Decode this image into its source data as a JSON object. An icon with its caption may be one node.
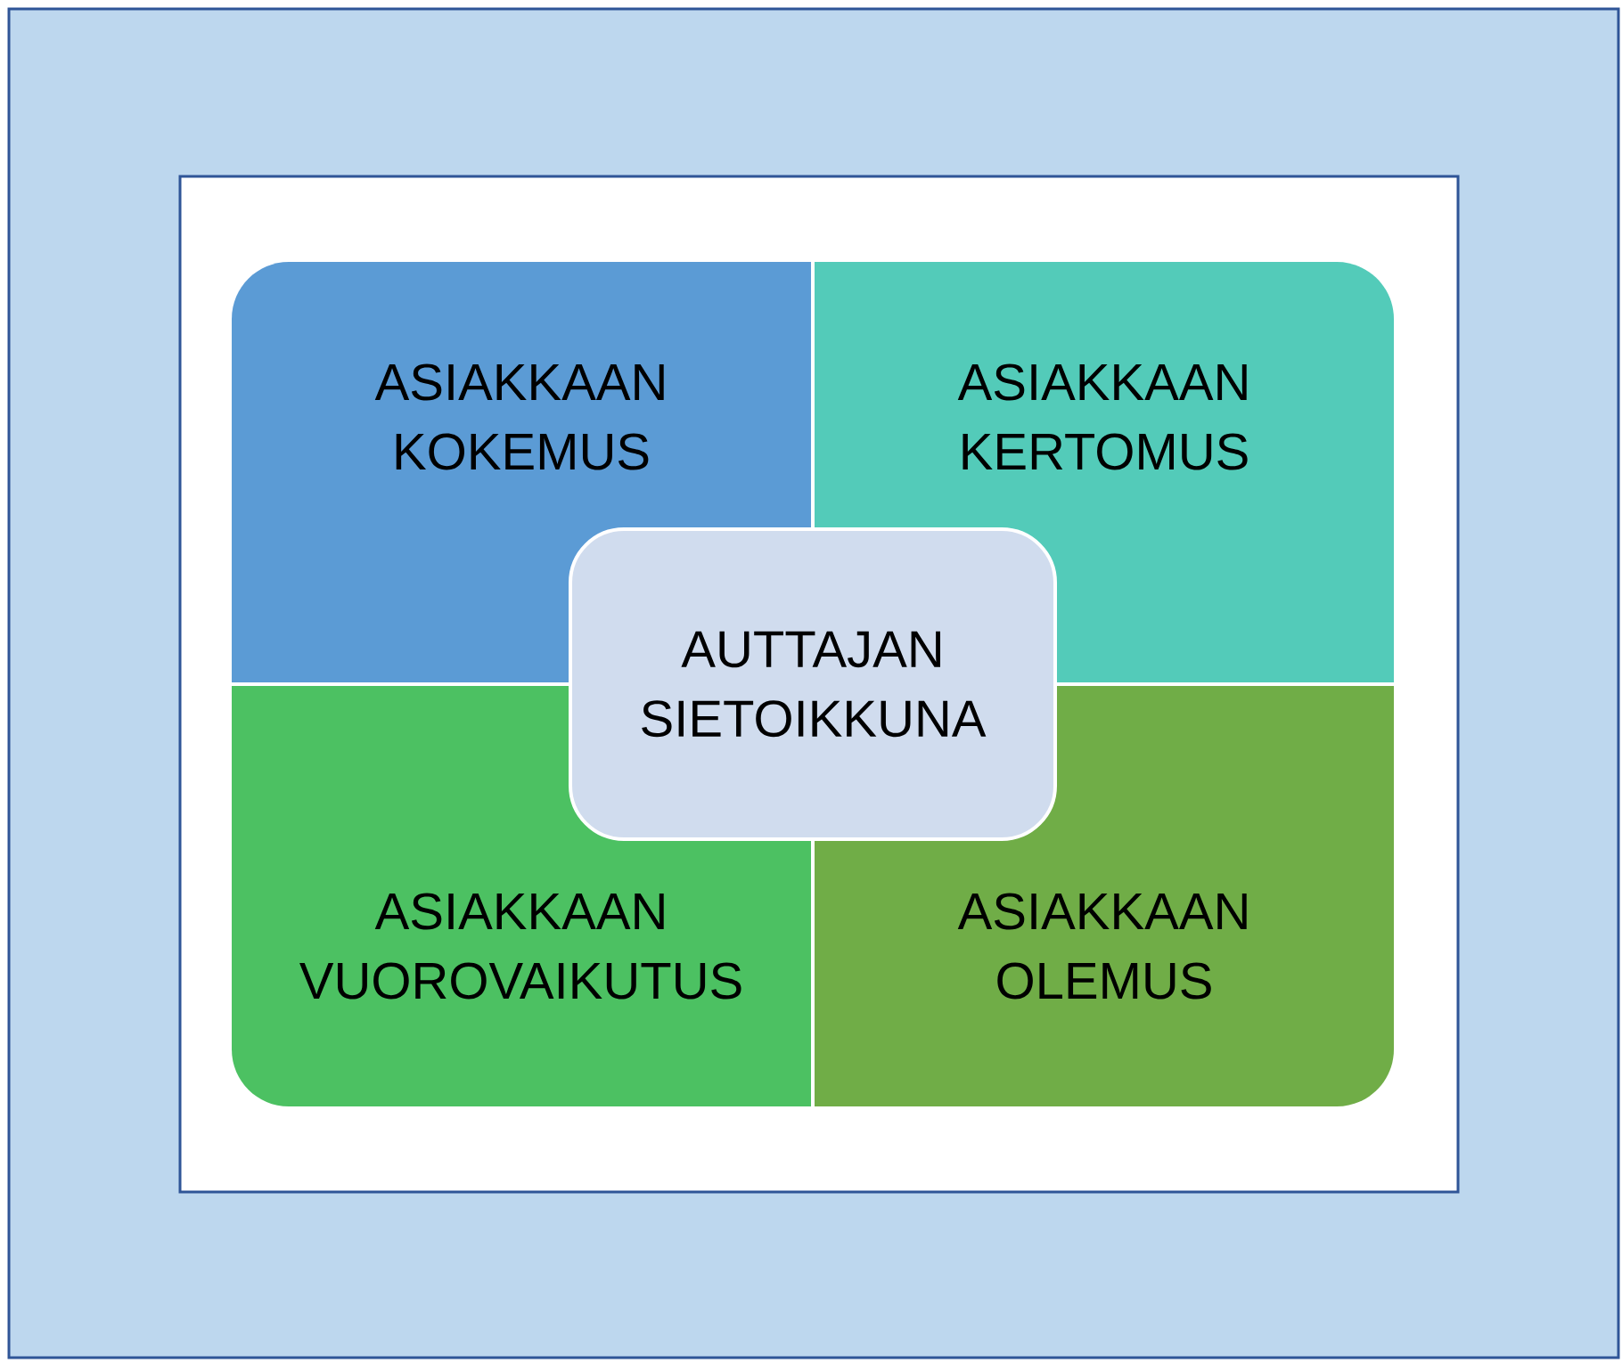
{
  "diagram": {
    "nodes": [
      {
        "text": [
          "ASIAKKAAN KOKEMUS"
        ]
      },
      {
        "text": [
          "ASIAKKAAN KERTOMUS"
        ]
      },
      {
        "text": [
          "AUTTAJAN SIETOIKKUNA"
        ]
      },
      {
        "text": [
          "ASIAKKAAN VUOROVAIKUTUS"
        ]
      },
      {
        "text": [
          "ASIAKKAAN OLEMUS"
        ]
      }
    ]
  }
}
